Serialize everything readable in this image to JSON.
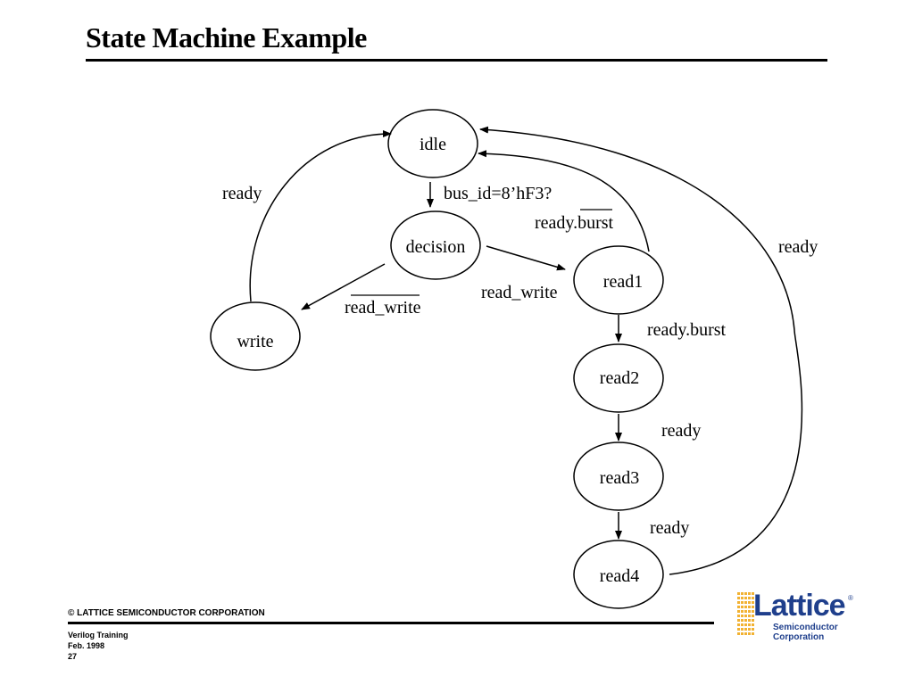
{
  "slide": {
    "title": "State Machine Example"
  },
  "states": {
    "idle": "idle",
    "decision": "decision",
    "write": "write",
    "read1": "read1",
    "read2": "read2",
    "read3": "read3",
    "read4": "read4"
  },
  "transitions": {
    "write_to_idle": "ready",
    "idle_to_decision": "bus_id=8’hF3?",
    "read1_to_idle": "ready.burst",
    "read4_to_idle": "ready",
    "decision_to_read1": "read_write",
    "decision_to_write": "read_write",
    "read1_to_read2": "ready.burst",
    "read2_to_read3": "ready",
    "read3_to_read4": "ready"
  },
  "footer": {
    "copyright": "© LATTICE SEMICONDUCTOR CORPORATION",
    "course": "Verilog Training",
    "date": "Feb.  1998",
    "page": "27"
  },
  "logo": {
    "name": "Lattice",
    "line1": "Semiconductor",
    "line2": "Corporation",
    "reg": "®",
    "brand_color": "#1f3f8c",
    "dot_color": "#f2b233"
  },
  "colors": {
    "ink": "#000000",
    "background": "#ffffff"
  }
}
